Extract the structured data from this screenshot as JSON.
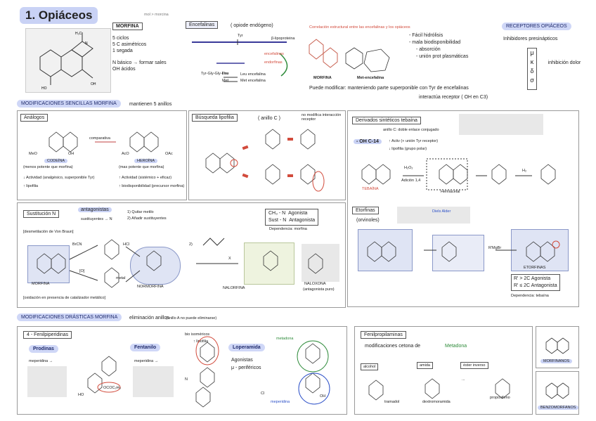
{
  "header": {
    "title": "1. Opiáceos",
    "morfina_label": "MORFINA",
    "morfina_props": [
      "5 ciclos",
      "5 C asimétricos",
      "1 segada",
      "N básico → formar sales",
      "OH ácidos"
    ],
    "mol_note": "mol > morcina",
    "encefalinas_label": "Encefalinas",
    "encefalinas_note": "( opiode endógeno)",
    "encefalina_diagram_labels": [
      "Tyr",
      "encefalinas",
      "endorfinas",
      "Tyr-Gly-Gly-Phe",
      "Leu",
      "Met",
      "Leu encefalina",
      "Met encefalina",
      "β-lipoproteina"
    ],
    "correlacion_title": "Correlación estructural entre las encefalinas y los opiáceos",
    "correlacion_labels": [
      "MORFINA",
      "Met-encefalina"
    ],
    "props_right": [
      "- Fácil hidrólisis",
      "- mala biodisponibilidad",
      "- absorción",
      "- unión prot plasmáticas"
    ],
    "modify_note": "Puede modificar: manteniendo parte superponible con Tyr de encefalinas",
    "interaccion_note": "interactúa receptor   ( OH en C3)",
    "receptores_title": "RECEPTORES OPIÁCEOS",
    "receptores_sub": "Inhibidores presinápticos",
    "receptores_greek": [
      "μ",
      "κ",
      "δ",
      "σ"
    ],
    "receptores_effect": "inhibición dolor"
  },
  "sencillas": {
    "title": "MODIFICACIONES SENCILLAS MORFINA",
    "note": "mantienen 5 anillos",
    "analogos": {
      "title": "Análogos",
      "comparativa": "comparativa",
      "codeina": "CODEÍNA",
      "codeina_note": "(menos potente que morfina)",
      "heroina": "HEROÍNA",
      "heroina_note": "(mas potente que morfina)",
      "left_notes": [
        "↓ Actividad (analgésico, superponible Tyr)",
        "↑ lipofilia"
      ],
      "right_notes": [
        "↑ Actividad (sistémico + eficaz)",
        "↑ biodisponibilidad (precursor morfina)"
      ],
      "groups": [
        "MeO",
        "OH",
        "AcO",
        "OAc"
      ]
    },
    "lipofila": {
      "title": "Búsqueda lipofilia",
      "subtitle": "( anillo C )",
      "note": "no modifica interacción receptor"
    },
    "tebaina": {
      "title": "Derivados sintéticos tebaína",
      "subtitle": "anillo C: doble enlace conjugado",
      "oh_c14": "- OH C-14",
      "notes": [
        "↑ Activ (+ unión Tyr receptor)",
        "↓ lipofilia (grupo polar)"
      ],
      "reagents": [
        "H₂O₂",
        "Adición 1,4",
        "H₂"
      ],
      "labels": [
        "TEBAÍNA",
        "Hemiacetal"
      ],
      "etorfinas": "Etorfinas",
      "orvinoles": "(orvinoles)",
      "diels_alder": "Diels Alder",
      "grignard": "R'MgBr",
      "etorfinas_mol": "ETORFINAS",
      "r_notes": [
        "R' > 2C  Agonista",
        "R' ≤ 2C  Antagonista"
      ],
      "dependencia": "Dependencia: tebaína"
    },
    "sustitucion": {
      "title": "Sustitución N",
      "antagonistas": "antagonistas",
      "subtitle": "sustituyentes → N",
      "steps": [
        "1) Quitar metilo",
        "2) Añadir sustituyentes"
      ],
      "demetil": "[desmetilación de Von Braun]",
      "reagents": [
        "BrCN",
        "HCl",
        "[O]",
        "metal"
      ],
      "oxidacion_note": "[oxidación en presencia de catalizador metálico]",
      "labels": [
        "MORFINA",
        "NORMORFINA",
        "NALORFINA",
        "NALOXONA"
      ],
      "naloxona_note": "(antagonista puro)",
      "step2": "2)",
      "x_label": "X",
      "agonista_table": [
        [
          "CH₃ - N",
          "Agonista"
        ],
        [
          "Sust - N",
          "Antagonista"
        ]
      ],
      "dependencia": "Dependencia: morfina"
    }
  },
  "drasticas": {
    "title": "MODIFICACIONES DRÁSTICAS MORFINA",
    "note": "eliminación anillos",
    "note2": "(anillo A no puede eliminarse)",
    "fenilpiperidinas": {
      "title": "4 - Fenilpiperidinas",
      "prodinas": "Prodinas",
      "fentanilo": "Fentanilo",
      "loperamida": "Loperamida",
      "meperidina_arrow": "meperidina →",
      "loperamida_notes": [
        "Agonistas",
        "μ - periféricos"
      ],
      "metadona": "metadona",
      "meperidina": "meperidina",
      "fentanilo_notes": [
        "bio isoméricos",
        "↑ lipofilia"
      ],
      "groups": [
        "OCOC₂H₅",
        "HO",
        "N",
        "Cl",
        "OH"
      ]
    },
    "fenilpropilaminas": {
      "title": "Fenilpropilaminas",
      "subtitle": "modificaciones cetona de",
      "metadona": "Metadona",
      "tags": [
        "alcohol",
        "amida",
        "éster inverso"
      ],
      "labels": [
        "tramadol",
        "dextromoramida",
        "propoxifeno"
      ],
      "dots": "..."
    },
    "side_labels": [
      "MORFINANOS",
      "BENZOMORFANOS"
    ]
  },
  "colors": {
    "accent": "#cfd7f7",
    "red": "#d24b3c",
    "green": "#2e8b3a",
    "blue": "#2c50c8"
  }
}
